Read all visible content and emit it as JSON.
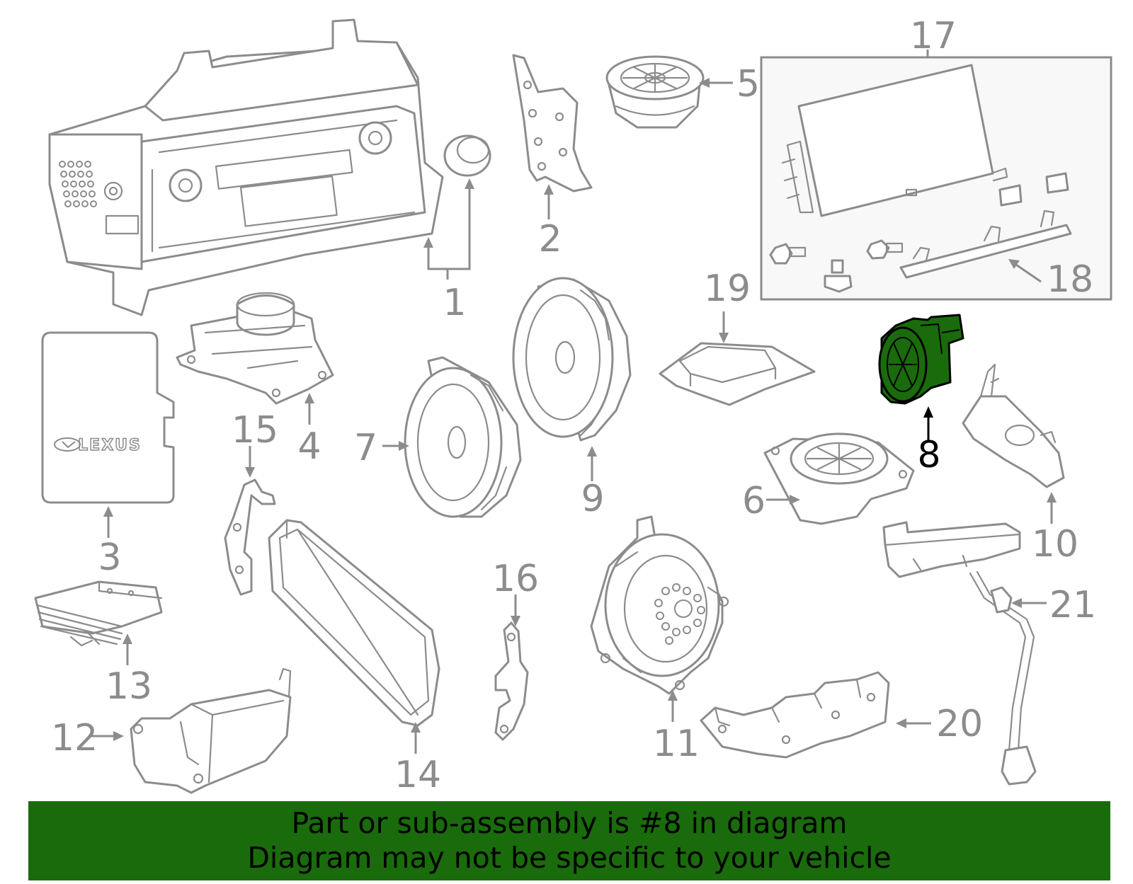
{
  "highlight_color": "#1a6b0c",
  "line_color": "#8c8c8c",
  "callouts": {
    "c1": "1",
    "c2": "2",
    "c3": "3",
    "c4": "4",
    "c5": "5",
    "c6": "6",
    "c7": "7",
    "c8": "8",
    "c9": "9",
    "c10": "10",
    "c11": "11",
    "c12": "12",
    "c13": "13",
    "c14": "14",
    "c15": "15",
    "c16": "16",
    "c17": "17",
    "c18": "18",
    "c19": "19",
    "c20": "20",
    "c21": "21"
  },
  "badge_text": "LEXUS",
  "banner": {
    "line1": "Part or sub-assembly is #8 in diagram",
    "line2": "Diagram may not be specific to your vehicle"
  }
}
